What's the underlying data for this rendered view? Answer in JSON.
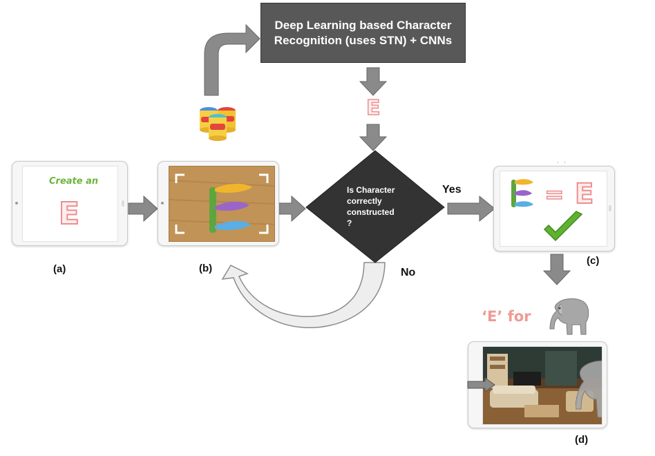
{
  "process_box": {
    "line1": "Deep Learning based Character",
    "line2": "Recognition (uses STN) + CNNs"
  },
  "decision": {
    "line1": "Is Character",
    "line2": "correctly",
    "line3": "constructed",
    "line4": "?"
  },
  "branch_yes": "Yes",
  "branch_no": "No",
  "recognized_letter": "E",
  "tablet_a": {
    "prompt": "Create an",
    "letter": "E"
  },
  "tablet_c": {
    "equals": "=",
    "letter": "E"
  },
  "word_hint": "‘E’ for",
  "panel_labels": {
    "a": "(a)",
    "b": "(b)",
    "c": "(c)",
    "d": "(d)"
  },
  "icons": [
    "play-dough-icon",
    "elephant-icon",
    "check-mark-icon",
    "cursor-arrow-icon"
  ],
  "colors": {
    "process_fill": "#585858",
    "decision_fill": "#333333",
    "arrow_fill": "#8a8a8a",
    "letter_outline": "#ef8d8d",
    "prompt_green": "#6ab63a",
    "check_green": "#5fb12f"
  }
}
